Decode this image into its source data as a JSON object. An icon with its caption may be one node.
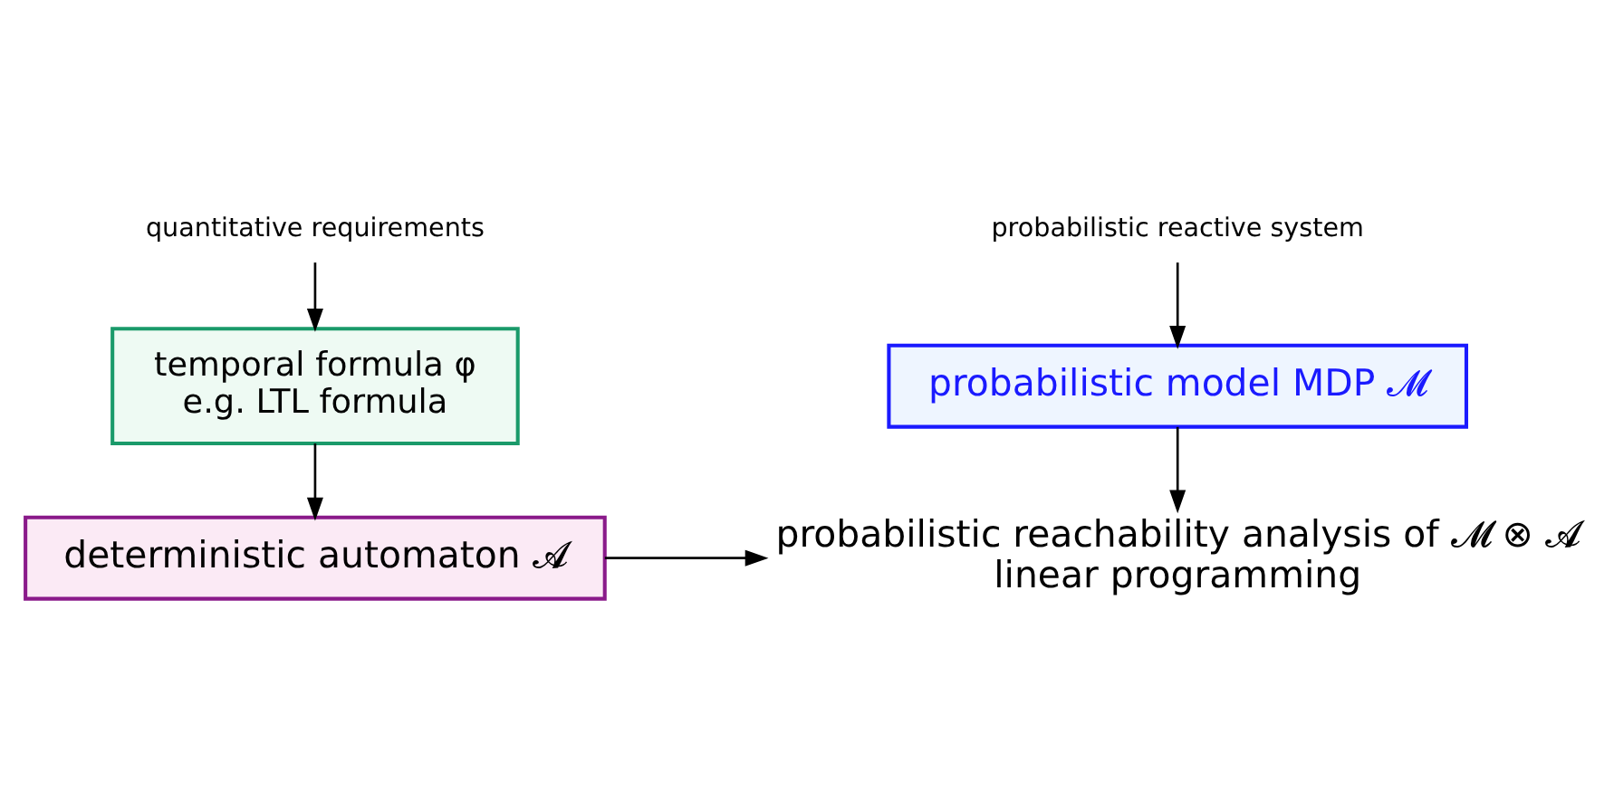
{
  "diagram": {
    "nodes": [
      {
        "text": [
          "probabilistic reactive system"
        ]
      },
      {
        "text": [
          "probabilistic model MDP 𝓜"
        ]
      },
      {
        "text": [
          "quantitative requirements"
        ]
      },
      {
        "text": [
          "temporal formula φ",
          "e.g. LTL formula"
        ]
      },
      {
        "text": [
          "probabilistic reachability analysis of 𝓜 ⊗ 𝓐",
          "linear programming"
        ]
      },
      {
        "text": [
          "deterministic automaton 𝓐"
        ]
      }
    ],
    "edges": [
      {
        "from": 0,
        "to": 1,
        "arrow": "to"
      },
      {
        "from": 1,
        "to": 4,
        "arrow": "to"
      },
      {
        "from": 2,
        "to": 3,
        "arrow": "to"
      },
      {
        "from": 3,
        "to": 5,
        "arrow": "to"
      },
      {
        "from": 5,
        "to": 4,
        "arrow": "to"
      }
    ]
  }
}
